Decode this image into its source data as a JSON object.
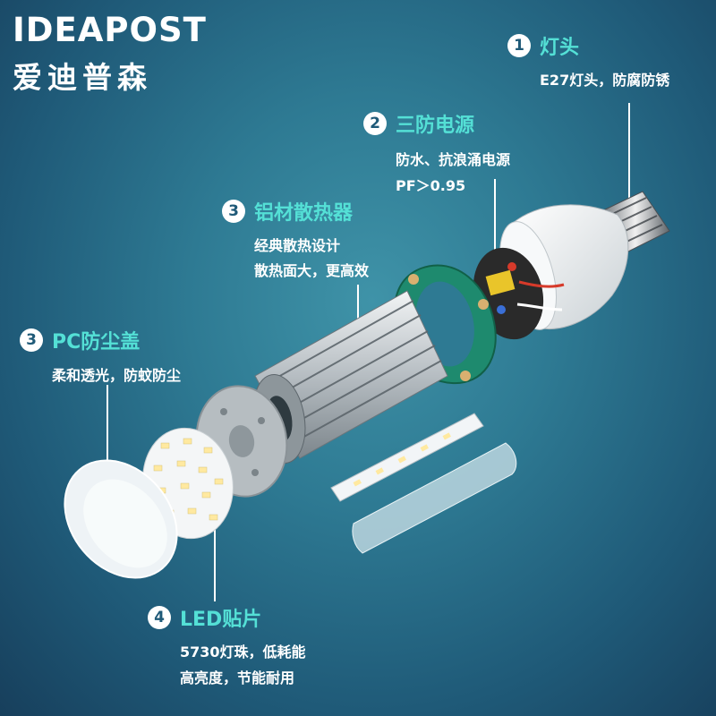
{
  "brand": {
    "name_en": "IDEAPOST",
    "name_zh": "爱迪普森"
  },
  "callouts": [
    {
      "num": "1",
      "title": "灯头",
      "lines": [
        "E27灯头，防腐防锈"
      ]
    },
    {
      "num": "2",
      "title": "三防电源",
      "lines": [
        "防水、抗浪涌电源",
        "PF＞0.95"
      ]
    },
    {
      "num": "3",
      "title": "铝材散热器",
      "lines": [
        "经典散热设计",
        "散热面大，更高效"
      ]
    },
    {
      "num": "3",
      "title": "PC防尘盖",
      "lines": [
        "柔和透光，防蚊防尘"
      ]
    },
    {
      "num": "4",
      "title": "LED贴片",
      "lines": [
        "5730灯珠，低耗能",
        "高亮度，节能耐用"
      ]
    }
  ],
  "colors": {
    "accent": "#54e0d6",
    "background": "#2e7a93",
    "text": "#ffffff"
  },
  "image": {
    "content": "exploded view of LED corn bulb: E27 base, power driver, green PCB, aluminum heat sink, LED strips, diffuser covers"
  }
}
